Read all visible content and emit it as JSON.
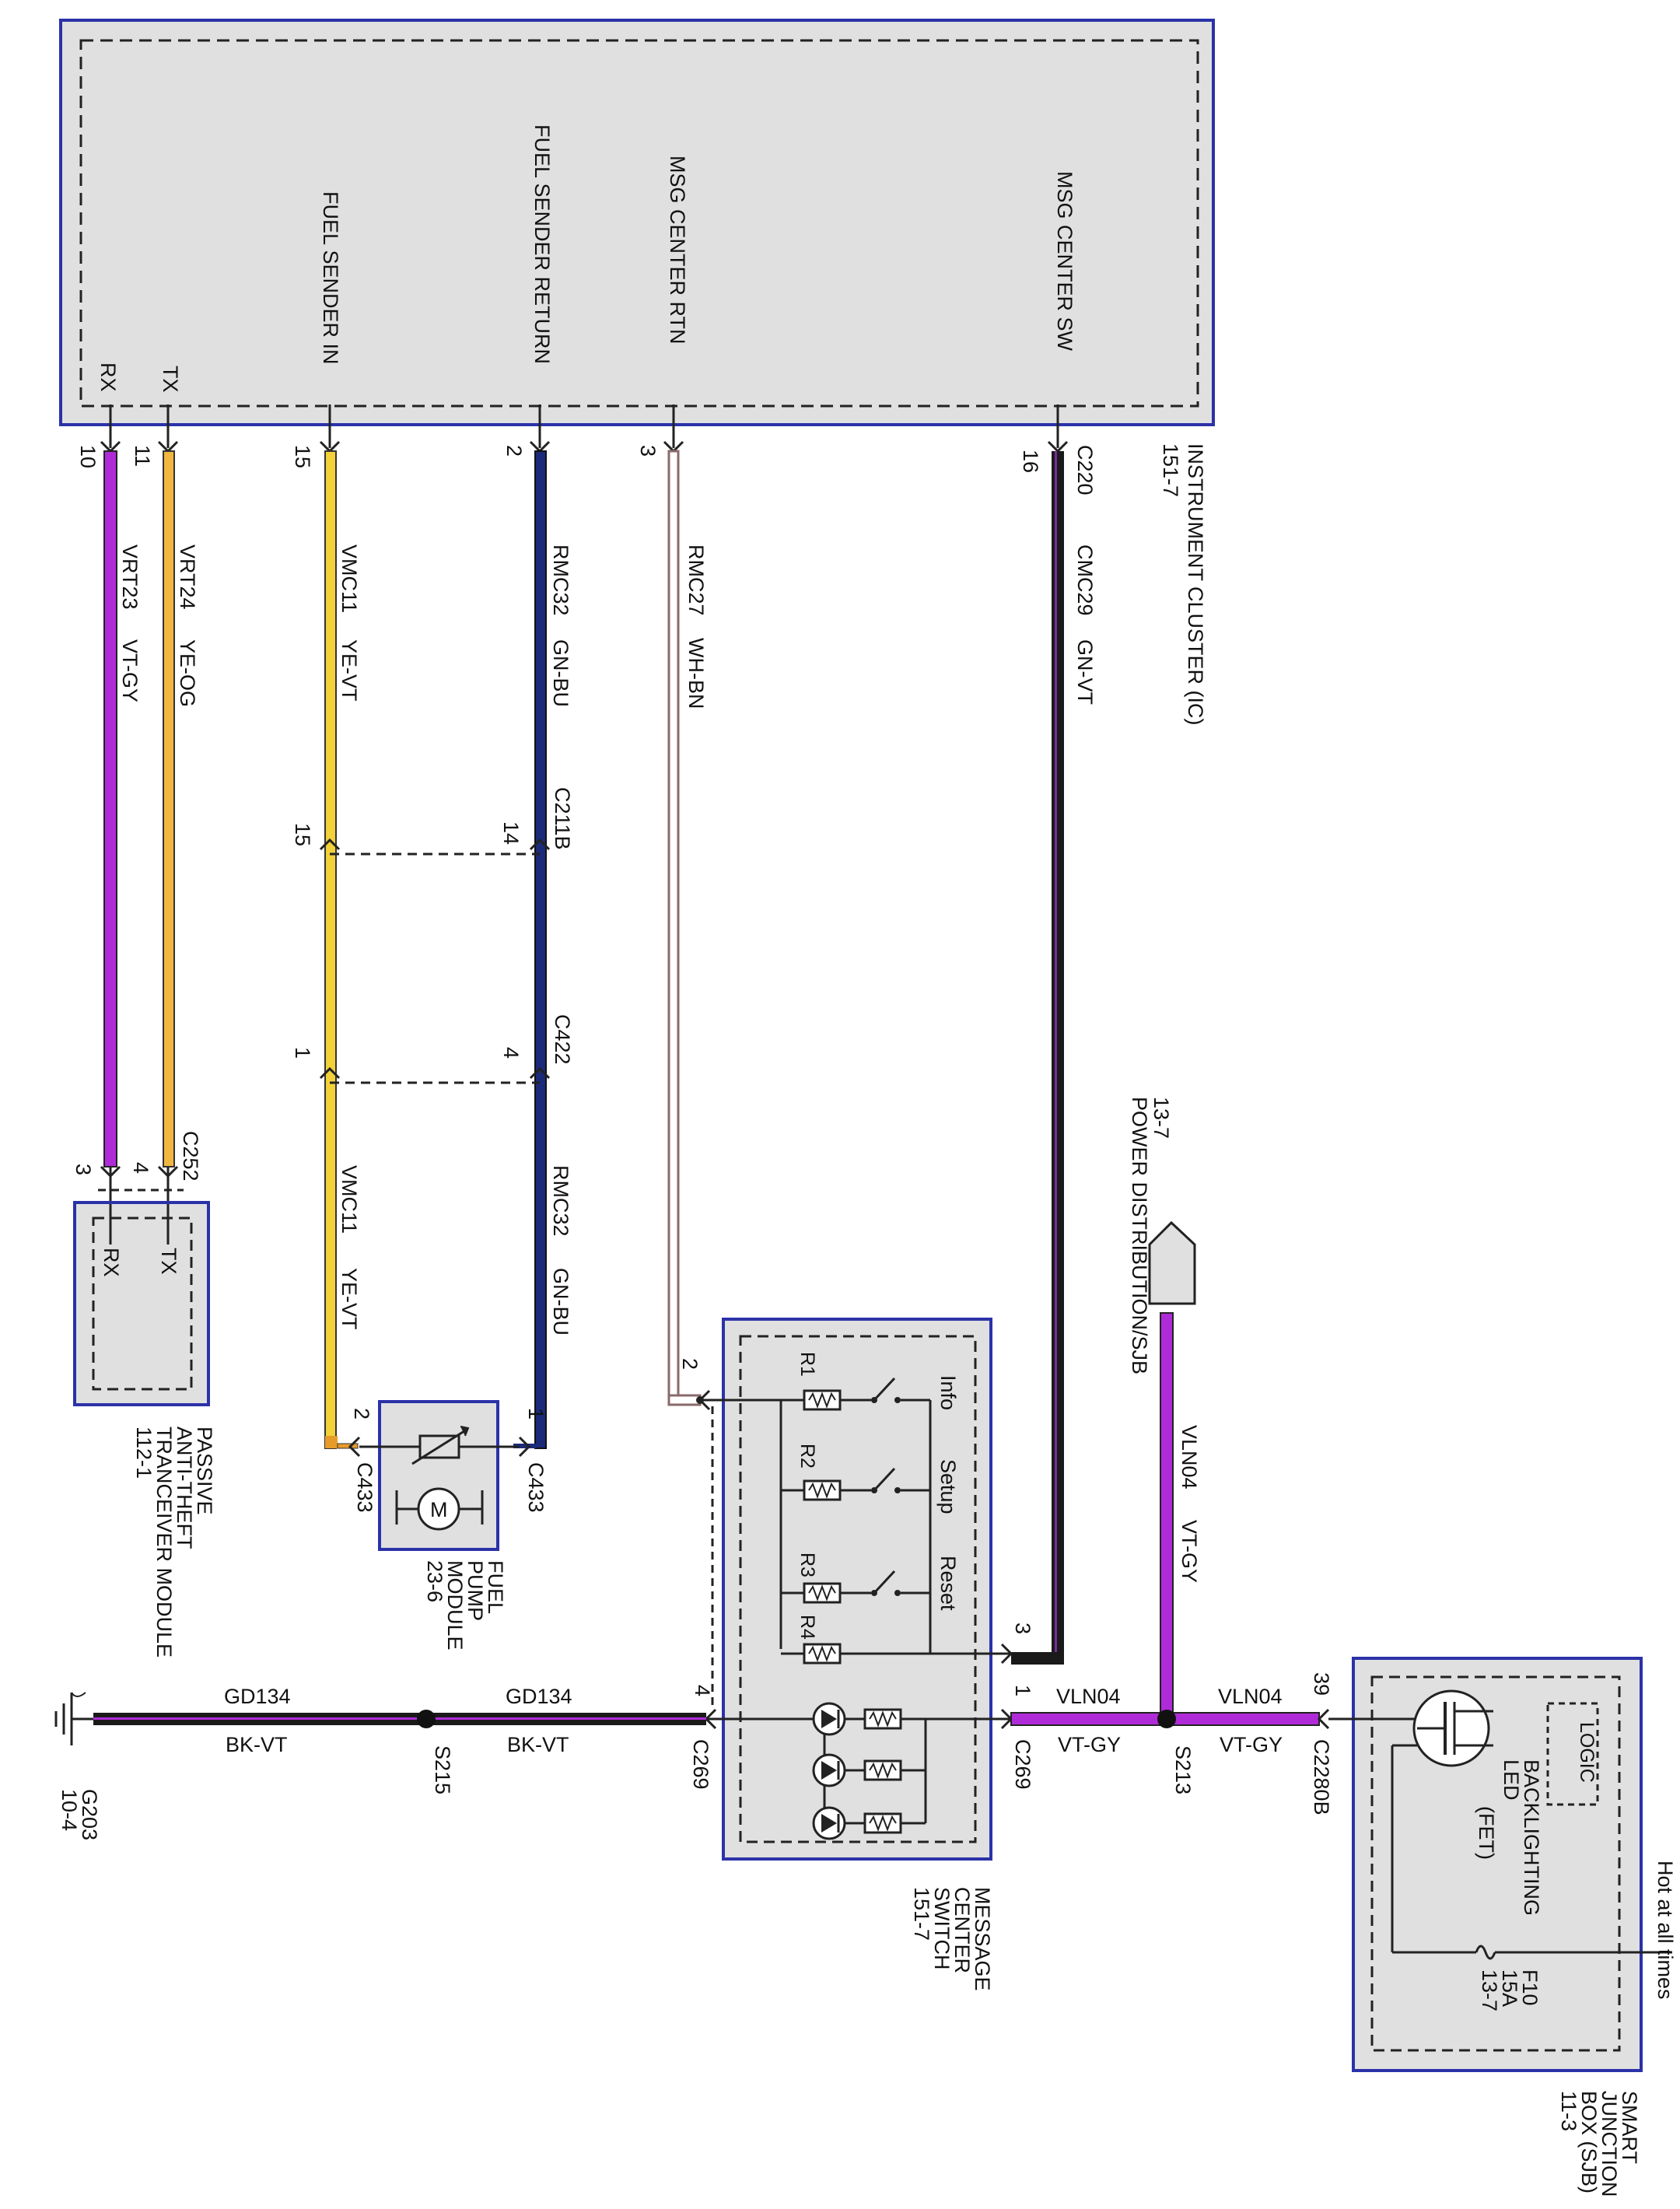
{
  "components": {
    "instrument_cluster": {
      "name": "INSTRUMENT CLUSTER (IC)",
      "ref": "151-7",
      "connector": "C220",
      "pins": {
        "msg_center_sw": "MSG CENTER SW",
        "msg_center_rtn": "MSG CENTER RTN",
        "fuel_sender_return": "FUEL SENDER RETURN",
        "fuel_sender_in": "FUEL SENDER IN",
        "tx": "TX",
        "rx": "RX"
      },
      "pin_numbers": {
        "msg_center_sw": "16",
        "msg_center_rtn": "3",
        "fuel_sender_return": "2",
        "fuel_sender_in": "15",
        "tx": "11",
        "rx": "10"
      }
    },
    "pats_module": {
      "name_lines": [
        "PASSIVE",
        "ANTI-THEFT",
        "TRANCEIVER MODULE"
      ],
      "ref": "112-1",
      "connector": "C252",
      "pins": {
        "tx": "TX",
        "rx": "RX"
      },
      "pin_numbers": {
        "tx": "4",
        "rx": "3"
      }
    },
    "fuel_pump_module": {
      "name_lines": [
        "FUEL",
        "PUMP",
        "MODULE"
      ],
      "ref": "23-6",
      "connector": "C433",
      "pin_numbers": {
        "left": "2",
        "right": "1"
      },
      "motor_symbol": "M"
    },
    "message_center_switch": {
      "name_lines": [
        "MESSAGE",
        "CENTER",
        "SWITCH"
      ],
      "ref": "151-7",
      "connector": "C269",
      "switches": [
        "Info",
        "Setup",
        "Reset"
      ],
      "resistors": [
        "R1",
        "R2",
        "R3",
        "R4"
      ],
      "pin_numbers": {
        "top": "2",
        "sw": "3",
        "power": "1",
        "ground": "4"
      }
    },
    "smart_junction_box": {
      "name_lines": [
        "SMART",
        "JUNCTION",
        "BOX (SJB)"
      ],
      "ref": "11-3",
      "connector": "C2280B",
      "pin": "39",
      "hot_label": "Hot at all times",
      "fuse": {
        "name": "F10",
        "rating": "15A",
        "ref": "13-7"
      },
      "logic": "LOGIC",
      "led_lines": [
        "BACKLIGHTING",
        "LED"
      ],
      "fet": "(FET)"
    },
    "power_distribution": {
      "name": "POWER DISTRIBUTION/SJB",
      "ref": "13-7"
    },
    "ground": {
      "name": "G203",
      "ref": "10-4"
    }
  },
  "connectors": {
    "c211b": {
      "name": "C211B",
      "pin_a": "14",
      "pin_b": "15"
    },
    "c422": {
      "name": "C422",
      "pin_a": "4",
      "pin_b": "1"
    }
  },
  "splices": {
    "s213": "S213",
    "s215": "S215"
  },
  "wires": {
    "cmc29": {
      "circuit": "CMC29",
      "color": "GN-VT"
    },
    "rmc27": {
      "circuit": "RMC27",
      "color": "WH-BN"
    },
    "rmc32": {
      "circuit": "RMC32",
      "color": "GN-BU"
    },
    "vmc11": {
      "circuit": "VMC11",
      "color": "YE-VT"
    },
    "vrt24": {
      "circuit": "VRT24",
      "color": "YE-OG"
    },
    "vrt23": {
      "circuit": "VRT23",
      "color": "VT-GY"
    },
    "vln04": {
      "circuit": "VLN04",
      "color": "VT-GY"
    },
    "gd134": {
      "circuit": "GD134",
      "color": "BK-VT"
    }
  },
  "colors": {
    "frame": "#2b32a8",
    "box_fill": "#e0e0e0",
    "violet": "#b02bd8",
    "yellow": "#f2d13a",
    "orange": "#e69b2a",
    "green": "#1a1a1a",
    "blue": "#1c2a7a",
    "white_brown": "#8a6a6a"
  }
}
